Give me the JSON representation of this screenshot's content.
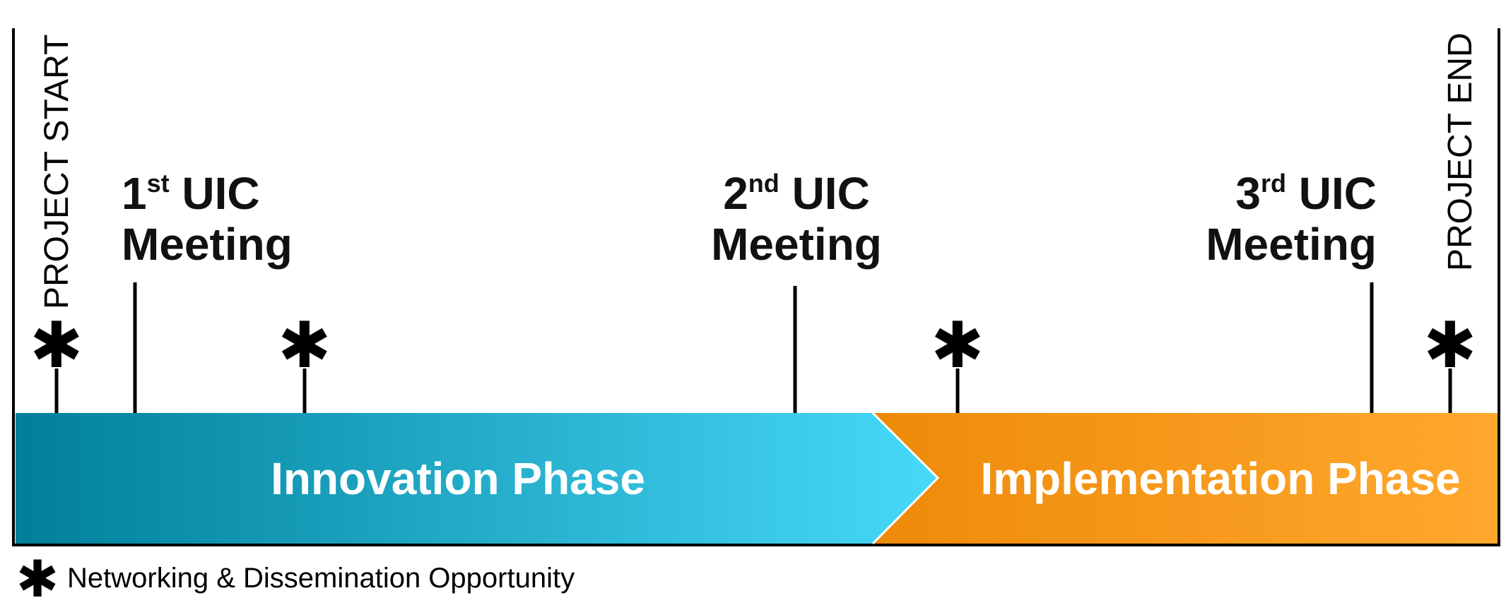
{
  "markers": {
    "project_start": "PROJECT START",
    "project_end": "PROJECT END"
  },
  "meetings": [
    {
      "ordinal": "1",
      "suffix": "st",
      "title": "UIC",
      "subtitle": "Meeting"
    },
    {
      "ordinal": "2",
      "suffix": "nd",
      "title": "UIC",
      "subtitle": "Meeting"
    },
    {
      "ordinal": "3",
      "suffix": "rd",
      "title": "UIC",
      "subtitle": "Meeting"
    }
  ],
  "phases": {
    "innovation": {
      "label": "Innovation Phase",
      "color_start": "#007f9a",
      "color_end": "#47d9f8"
    },
    "implementation": {
      "label": "Implementation Phase",
      "color_start": "#ee8a0a",
      "color_end": "#ffa82d"
    }
  },
  "networking_marker_symbol": "✱",
  "legend": {
    "symbol": "✱",
    "text": "Networking & Dissemination Opportunity"
  }
}
